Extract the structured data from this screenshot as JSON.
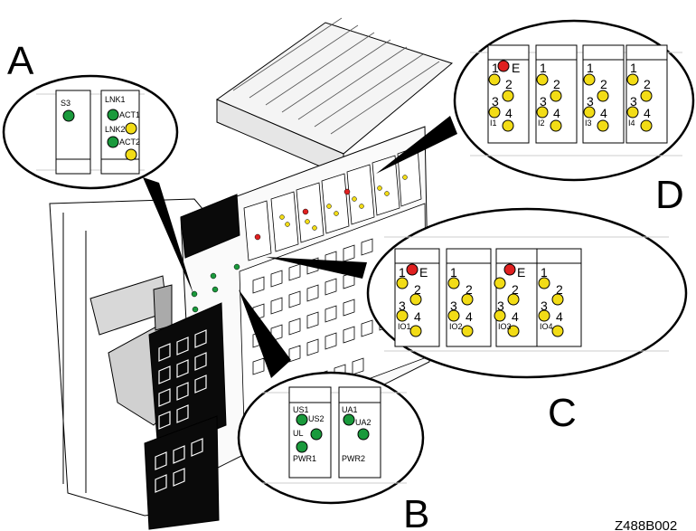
{
  "callouts": {
    "A": {
      "letter": "A",
      "modules": [
        {
          "leds": [
            {
              "label": "S3",
              "color": "green"
            }
          ]
        },
        {
          "leds": [
            {
              "label": "LNK1",
              "color": ""
            },
            {
              "label": "ACT1",
              "color": "green"
            },
            {
              "label": "LNK2",
              "color": "yellow"
            },
            {
              "label": "ACT2",
              "color": "green"
            },
            {
              "label": "",
              "color": "yellow"
            }
          ]
        }
      ]
    },
    "B": {
      "letter": "B",
      "modules": [
        {
          "leds": [
            {
              "label": "US1",
              "color": ""
            },
            {
              "label": "US2",
              "color": "green"
            },
            {
              "label": "UL",
              "color": "green"
            },
            {
              "label": "PWR1",
              "color": "green"
            }
          ]
        },
        {
          "leds": [
            {
              "label": "UA1",
              "color": ""
            },
            {
              "label": "UA2",
              "color": "green"
            },
            {
              "label": "PWR2",
              "color": "green"
            }
          ]
        }
      ]
    },
    "C": {
      "letter": "C",
      "modules": [
        {
          "numbers": [
            "1",
            "E",
            "2",
            "3",
            "4"
          ],
          "channel": "IO1",
          "error_led": "red"
        },
        {
          "numbers": [
            "1",
            "2",
            "3",
            "4"
          ],
          "channel": "IO2"
        },
        {
          "numbers": [
            "1",
            "E",
            "2",
            "3",
            "4"
          ],
          "channel": "IO3",
          "error_led": "red"
        },
        {
          "numbers": [
            "1",
            "2",
            "3",
            "4"
          ],
          "channel": "IO4"
        }
      ]
    },
    "D": {
      "letter": "D",
      "modules": [
        {
          "numbers": [
            "1",
            "E",
            "2",
            "3",
            "4"
          ],
          "channel": "I1",
          "error_led": "red"
        },
        {
          "numbers": [
            "1",
            "2",
            "3",
            "4"
          ],
          "channel": "I2"
        },
        {
          "numbers": [
            "1",
            "2",
            "3",
            "4"
          ],
          "channel": "I3"
        },
        {
          "numbers": [
            "1",
            "2",
            "3",
            "4"
          ],
          "channel": "I4"
        }
      ]
    }
  },
  "figure_code": "Z488B002",
  "colors": {
    "green": "#1a9a3c",
    "yellow": "#f2dc16",
    "red": "#e02020",
    "dark": "#0a0a0a"
  }
}
